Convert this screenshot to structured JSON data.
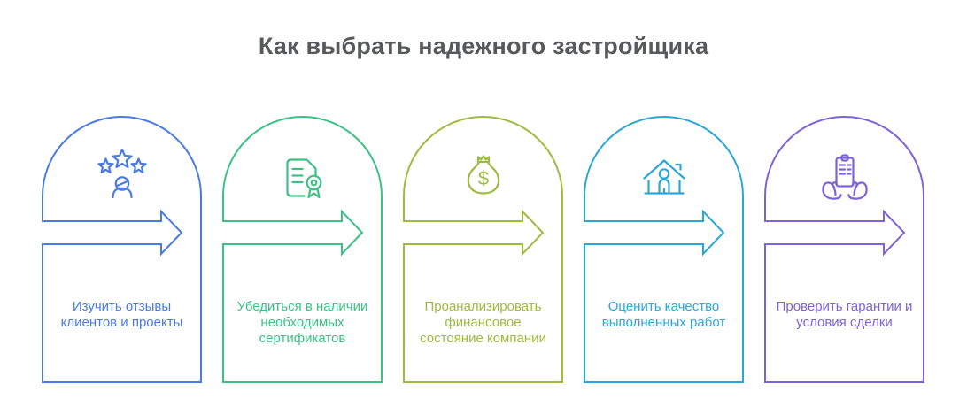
{
  "title": "Как выбрать надежного застройщика",
  "title_color": "#58595B",
  "background_color": "#FFFFFF",
  "steps": [
    {
      "label": "Изучить отзывы\nклиентов и проекты",
      "color": "#4A7BE3",
      "icon": "customer-reviews-icon"
    },
    {
      "label": "Убедиться в наличии\nнеобходимых\nсертификатов",
      "color": "#3BC184",
      "icon": "certificate-icon"
    },
    {
      "label": "Проанализировать\nфинансовое\nсостояние компании",
      "color": "#9CBB3F",
      "icon": "money-bag-icon"
    },
    {
      "label": "Оценить качество\nвыполненных работ",
      "color": "#2BA7D7",
      "icon": "house-person-icon"
    },
    {
      "label": "Проверить гарантии и\nусловия сделки",
      "color": "#7D63DB",
      "icon": "hands-contract-icon"
    }
  ]
}
